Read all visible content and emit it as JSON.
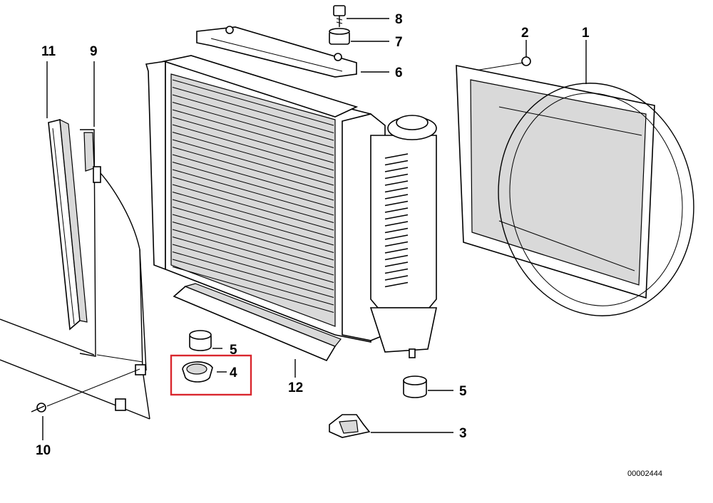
{
  "callouts": {
    "c1": "1",
    "c2": "2",
    "c3": "3",
    "c4": "4",
    "c5a": "5",
    "c5b": "5",
    "c6": "6",
    "c7": "7",
    "c8": "8",
    "c9": "9",
    "c10": "10",
    "c11": "11",
    "c12": "12"
  },
  "doc_number": "00002444",
  "highlight": {
    "part": "4",
    "color": "#d9272e"
  }
}
